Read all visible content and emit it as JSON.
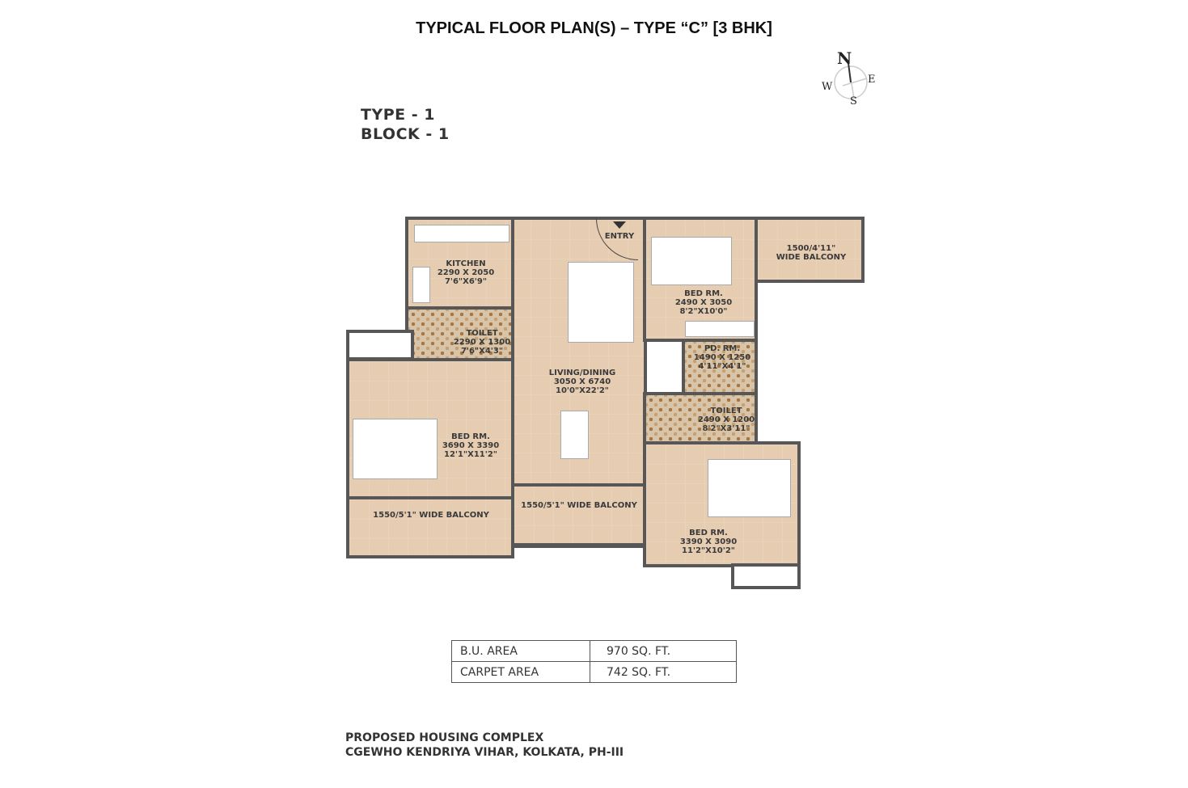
{
  "title": "TYPICAL FLOOR PLAN(S) – TYPE “C” [3 BHK]",
  "type_label": "TYPE - 1",
  "block_label": "BLOCK - 1",
  "compass": {
    "n": "N",
    "e": "E",
    "s": "S",
    "w": "W"
  },
  "plan": {
    "entry": "ENTRY",
    "kitchen": {
      "name": "KITCHEN",
      "mm": "2290 X 2050",
      "ft": "7'6\"X6'9\""
    },
    "toilet1": {
      "name": "TOILET",
      "mm": "2290 X 1300",
      "ft": "7'6\"X4'3\""
    },
    "living": {
      "name": "LIVING/DINING",
      "mm": "3050 X 6740",
      "ft": "10'0\"X22'2\""
    },
    "bed_top": {
      "name": "BED RM.",
      "mm": "2490 X 3050",
      "ft": "8'2\"X10'0\""
    },
    "balcony_top": {
      "size": "1500/4'11\"",
      "name": "WIDE BALCONY"
    },
    "pd_room": {
      "name": "PD. RM.",
      "mm": "1490 X 1250",
      "ft": "4'11\"X4'1\""
    },
    "toilet2": {
      "name": "TOILET",
      "mm": "2490 X 1200",
      "ft": "8'2\"X3'11\""
    },
    "bed_left": {
      "name": "BED RM.",
      "mm": "3690 X 3390",
      "ft": "12'1\"X11'2\""
    },
    "balcony_left": "1550/5'1\" WIDE BALCONY",
    "balcony_mid": "1550/5'1\" WIDE BALCONY",
    "bed_right": {
      "name": "BED RM.",
      "mm": "3390 X 3090",
      "ft": "11'2\"X10'2\""
    }
  },
  "area_table": [
    {
      "label": "B.U. AREA",
      "value": "970 SQ. FT."
    },
    {
      "label": "CARPET AREA",
      "value": "742 SQ. FT."
    }
  ],
  "footer": {
    "line1": "PROPOSED HOUSING COMPLEX",
    "line2": "CGEWHO KENDRIYA VIHAR, KOLKATA, PH-III"
  }
}
